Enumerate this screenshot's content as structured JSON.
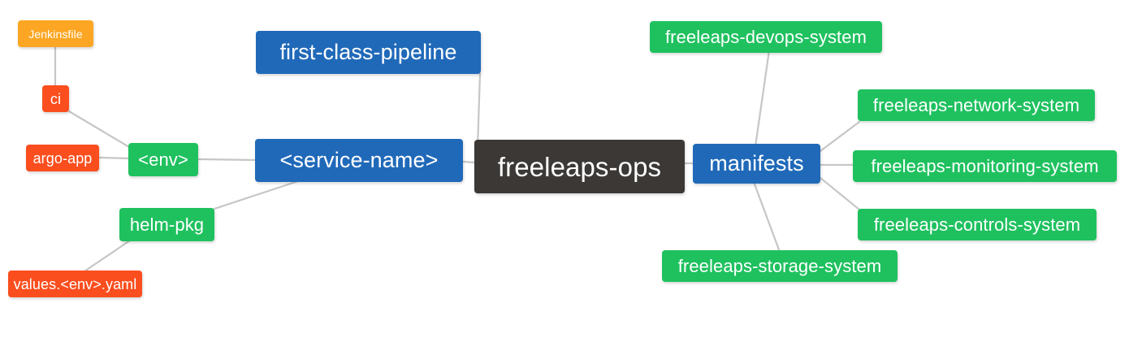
{
  "diagram": {
    "type": "mind-map",
    "title": "freeleaps-ops",
    "background_color": "#ffffff",
    "edge_color": "#c6c6c6",
    "palette": {
      "root": "#3b3836",
      "blue": "#2069b9",
      "green": "#1fc15f",
      "orange": "#fca623",
      "red": "#fb4e1e"
    }
  },
  "nodes": {
    "root": {
      "label": "freeleaps-ops"
    },
    "first_class_pipeline": {
      "label": "first-class-pipeline"
    },
    "service_name": {
      "label": "<service-name>"
    },
    "env": {
      "label": "<env>"
    },
    "ci": {
      "label": "ci"
    },
    "jenkinsfile": {
      "label": "Jenkinsfile"
    },
    "argo_app": {
      "label": "argo-app"
    },
    "helm_pkg": {
      "label": "helm-pkg"
    },
    "values_yaml": {
      "label": "values.<env>.yaml"
    },
    "manifests": {
      "label": "manifests"
    },
    "devops_system": {
      "label": "freeleaps-devops-system"
    },
    "network_system": {
      "label": "freeleaps-network-system"
    },
    "monitoring_system": {
      "label": "freeleaps-monitoring-system"
    },
    "controls_system": {
      "label": "freeleaps-controls-system"
    },
    "storage_system": {
      "label": "freeleaps-storage-system"
    }
  },
  "edges": [
    {
      "from": "root",
      "to": "first_class_pipeline"
    },
    {
      "from": "root",
      "to": "service_name"
    },
    {
      "from": "root",
      "to": "manifests"
    },
    {
      "from": "service_name",
      "to": "env"
    },
    {
      "from": "service_name",
      "to": "helm_pkg"
    },
    {
      "from": "env",
      "to": "ci"
    },
    {
      "from": "env",
      "to": "argo_app"
    },
    {
      "from": "ci",
      "to": "jenkinsfile"
    },
    {
      "from": "helm_pkg",
      "to": "values_yaml"
    },
    {
      "from": "manifests",
      "to": "devops_system"
    },
    {
      "from": "manifests",
      "to": "network_system"
    },
    {
      "from": "manifests",
      "to": "monitoring_system"
    },
    {
      "from": "manifests",
      "to": "controls_system"
    },
    {
      "from": "manifests",
      "to": "storage_system"
    }
  ]
}
